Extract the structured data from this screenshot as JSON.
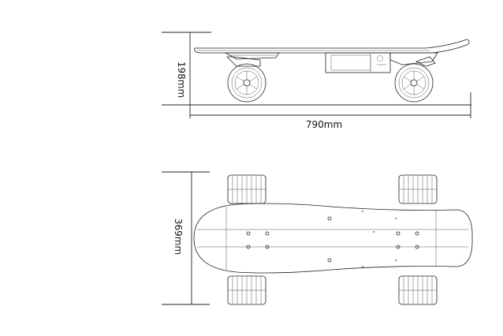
{
  "diagram": {
    "side_view": {
      "height_label": "198mm",
      "length_label": "790mm"
    },
    "top_view": {
      "width_label": "369mm"
    },
    "colors": {
      "line": "#222222",
      "background": "#ffffff"
    }
  }
}
